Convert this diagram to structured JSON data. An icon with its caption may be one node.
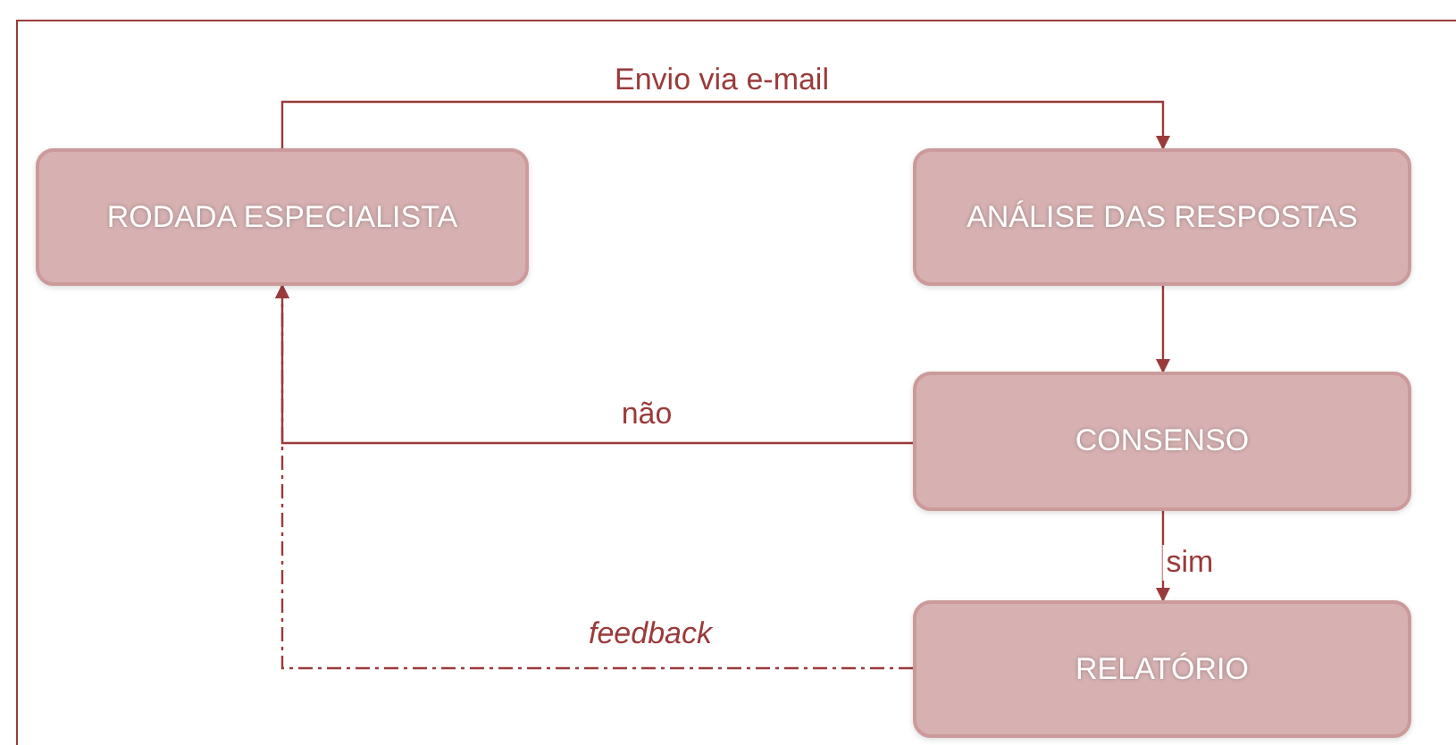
{
  "diagram": {
    "nodes": [
      {
        "text": [
          "RODADA ESPECIALISTA"
        ]
      },
      {
        "text": [
          "ANÁLISE DAS RESPOSTAS"
        ]
      },
      {
        "text": [
          "CONSENSO"
        ]
      },
      {
        "text": [
          "RELATÓRIO"
        ]
      }
    ],
    "edges": [
      {
        "from": 0,
        "to": 1,
        "arrow": "to",
        "label": "Envio via e-mail"
      },
      {
        "from": 1,
        "to": 2,
        "arrow": "to"
      },
      {
        "from": 2,
        "to": 0,
        "arrow": "to",
        "label": "não"
      },
      {
        "from": 2,
        "to": 3,
        "arrow": "to",
        "label": "sim"
      },
      {
        "from": 3,
        "to": 0,
        "arrow": "to",
        "label": "feedback",
        "style": "dashed"
      }
    ]
  }
}
